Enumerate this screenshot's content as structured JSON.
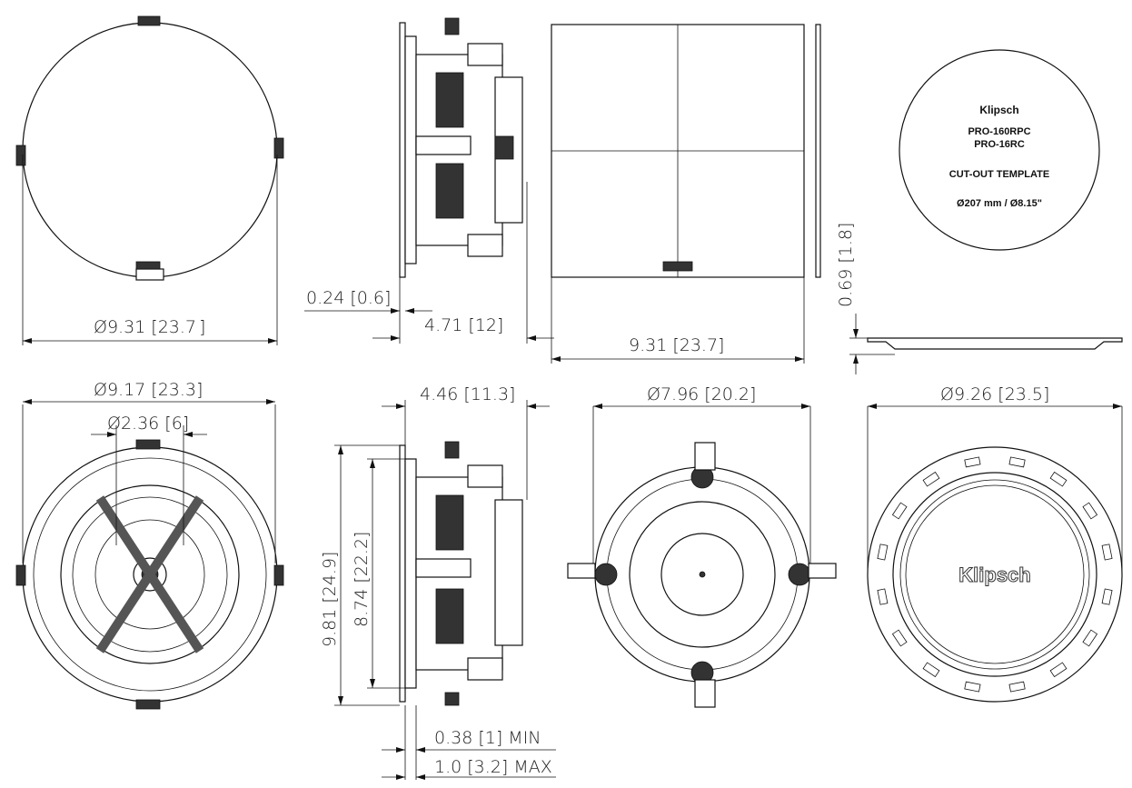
{
  "title": "Klipsch PRO-160RPC / PRO-16RC dimension drawing",
  "dimensions": {
    "top_front_diameter": "Ø9.31 [23.7",
    "top_front_diameter_close": "]",
    "flange_thickness": "0.24 [0.6]",
    "side_depth": "4.71 [12]",
    "grille_width": "9.31 [23.7]",
    "flange_height": "0.69 [1.8]",
    "front_diameter": "Ø9.17 [23.3]",
    "tweeter_diameter": "Ø2.36 [6]",
    "mount_depth": "4.46 [11.3]",
    "overall_height": "9.81 [24.9]",
    "cutout_height": "8.74 [22.2]",
    "wall_min": "0.38 [1]  MIN",
    "wall_max": "1.0 [3.2] MAX",
    "back_diameter": "Ø7.96 [20.2]",
    "ring_diameter": "Ø9.26 [23.5]"
  },
  "template": {
    "brand": "Klipsch",
    "model_1": "PRO-160RPC",
    "model_2": "PRO-16RC",
    "label": "CUT-OUT TEMPLATE",
    "size": "Ø207 mm / Ø8.15\""
  },
  "ring_logo": "Klipsch"
}
